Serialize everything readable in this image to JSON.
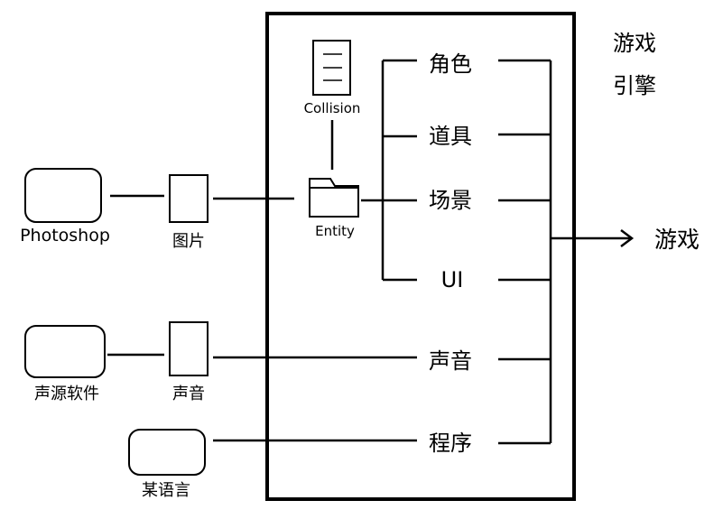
{
  "engine": {
    "label_line1": "游戏",
    "label_line2": "引擎"
  },
  "sources": {
    "photoshop": "Photoshop",
    "audio_software": "声源软件",
    "some_language": "某语言"
  },
  "assets": {
    "image": "图片",
    "sound": "声音"
  },
  "components": {
    "collision": "Collision",
    "entity": "Entity"
  },
  "engine_items": {
    "character": "角色",
    "props": "道具",
    "scene": "场景",
    "ui": "UI",
    "sound": "声音",
    "program": "程序"
  },
  "output": {
    "game": "游戏"
  },
  "colors": {
    "line": "#000000",
    "background": "#ffffff"
  }
}
